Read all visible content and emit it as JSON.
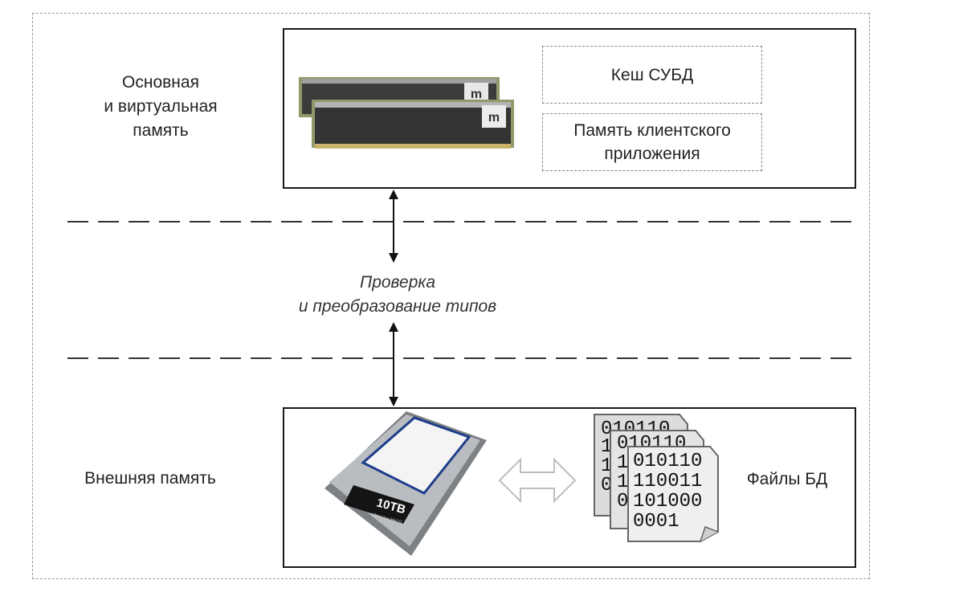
{
  "labels": {
    "main_memory": "Основная\nи виртуальная\nпамять",
    "external_memory": "Внешняя память",
    "middle_layer": "Проверка\nи преобразование типов"
  },
  "memory_box": {
    "dbms_cache": "Кеш СУБД",
    "client_app_memory": "Память клиентского\nприложения",
    "ram_brand_mark": "m"
  },
  "storage_box": {
    "hdd_label": "10TB",
    "hdd_sublabel": "Ultrastar He10",
    "db_files_label": "Файлы БД",
    "file_sheets": [
      [
        "010110",
        "110011",
        "101000",
        "0001"
      ],
      [
        "010110",
        "1",
        "1",
        "0"
      ],
      [
        "010110",
        "1",
        "1",
        "0"
      ]
    ]
  },
  "colors": {
    "border": "#1a1a1a",
    "dashed": "#888888",
    "hdd_body": "#b9bcc0",
    "ram_pcb": "#3a3a3a"
  }
}
